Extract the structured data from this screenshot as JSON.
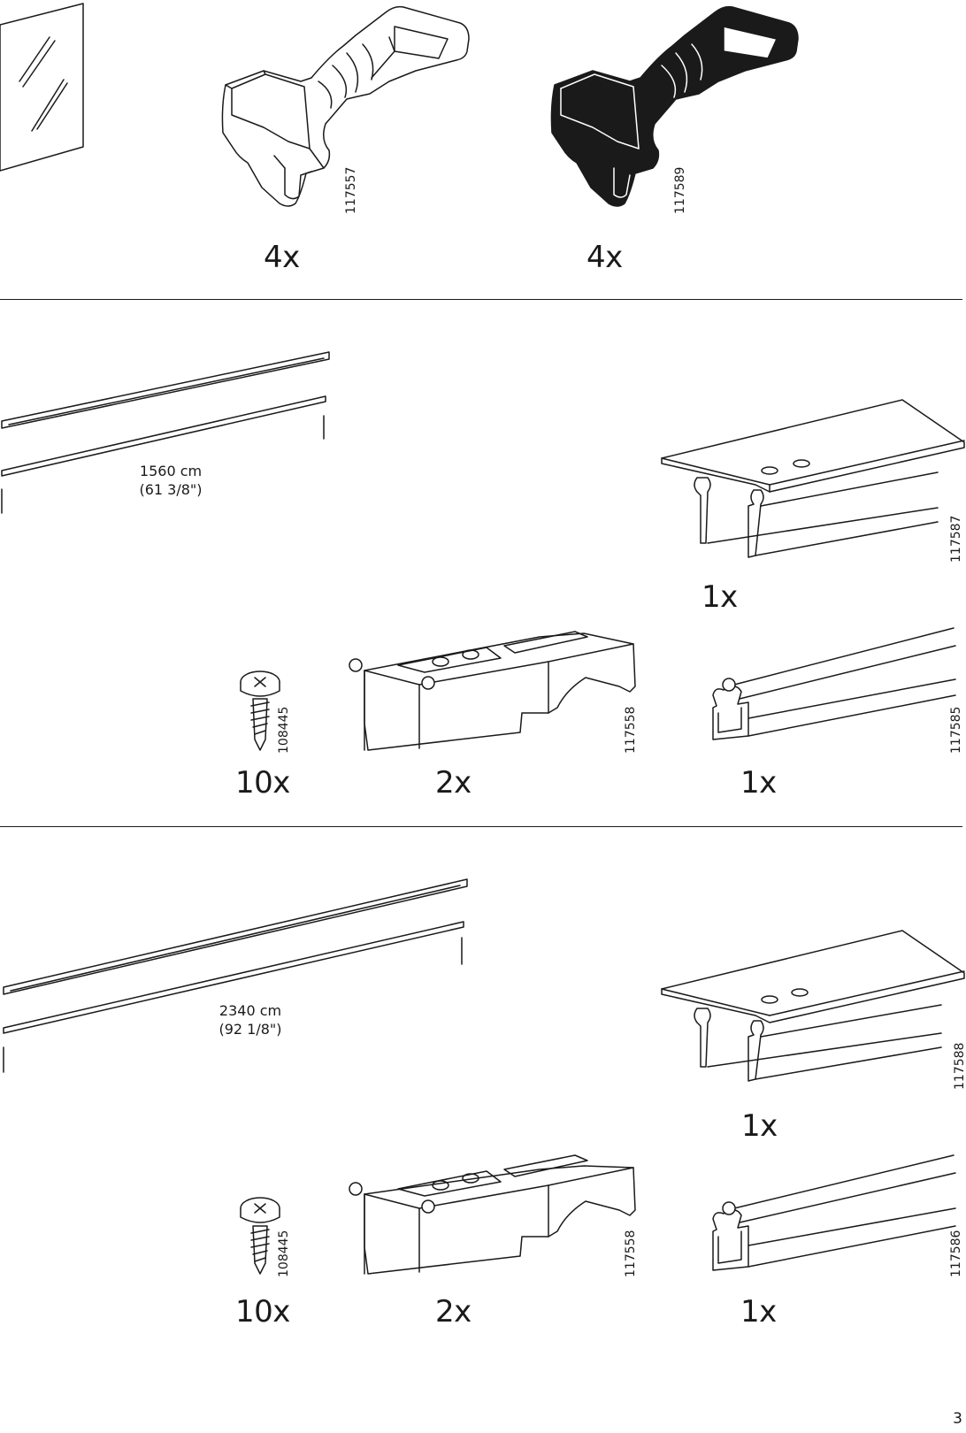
{
  "page": {
    "number": "3"
  },
  "section_top": {
    "items": [
      {
        "code": "117557",
        "quantity": "4x"
      },
      {
        "code": "117589",
        "quantity": "4x"
      }
    ]
  },
  "section_middle": {
    "rail_length": {
      "metric": "1560 cm",
      "imperial": "(61 3/8\")"
    },
    "items": [
      {
        "code": "117587",
        "quantity": "1x"
      },
      {
        "code": "108445",
        "quantity": "10x"
      },
      {
        "code": "117558",
        "quantity": "2x"
      },
      {
        "code": "117585",
        "quantity": "1x"
      }
    ]
  },
  "section_bottom": {
    "rail_length": {
      "metric": "2340 cm",
      "imperial": "(92 1/8\")"
    },
    "items": [
      {
        "code": "117588",
        "quantity": "1x"
      },
      {
        "code": "108445",
        "quantity": "10x"
      },
      {
        "code": "117558",
        "quantity": "2x"
      },
      {
        "code": "117586",
        "quantity": "1x"
      }
    ]
  },
  "icons": [
    "glass-panel-icon",
    "handle-white-icon",
    "handle-black-icon",
    "rail-strip-icon",
    "top-track-icon",
    "screw-icon",
    "glider-icon",
    "bottom-track-icon"
  ]
}
